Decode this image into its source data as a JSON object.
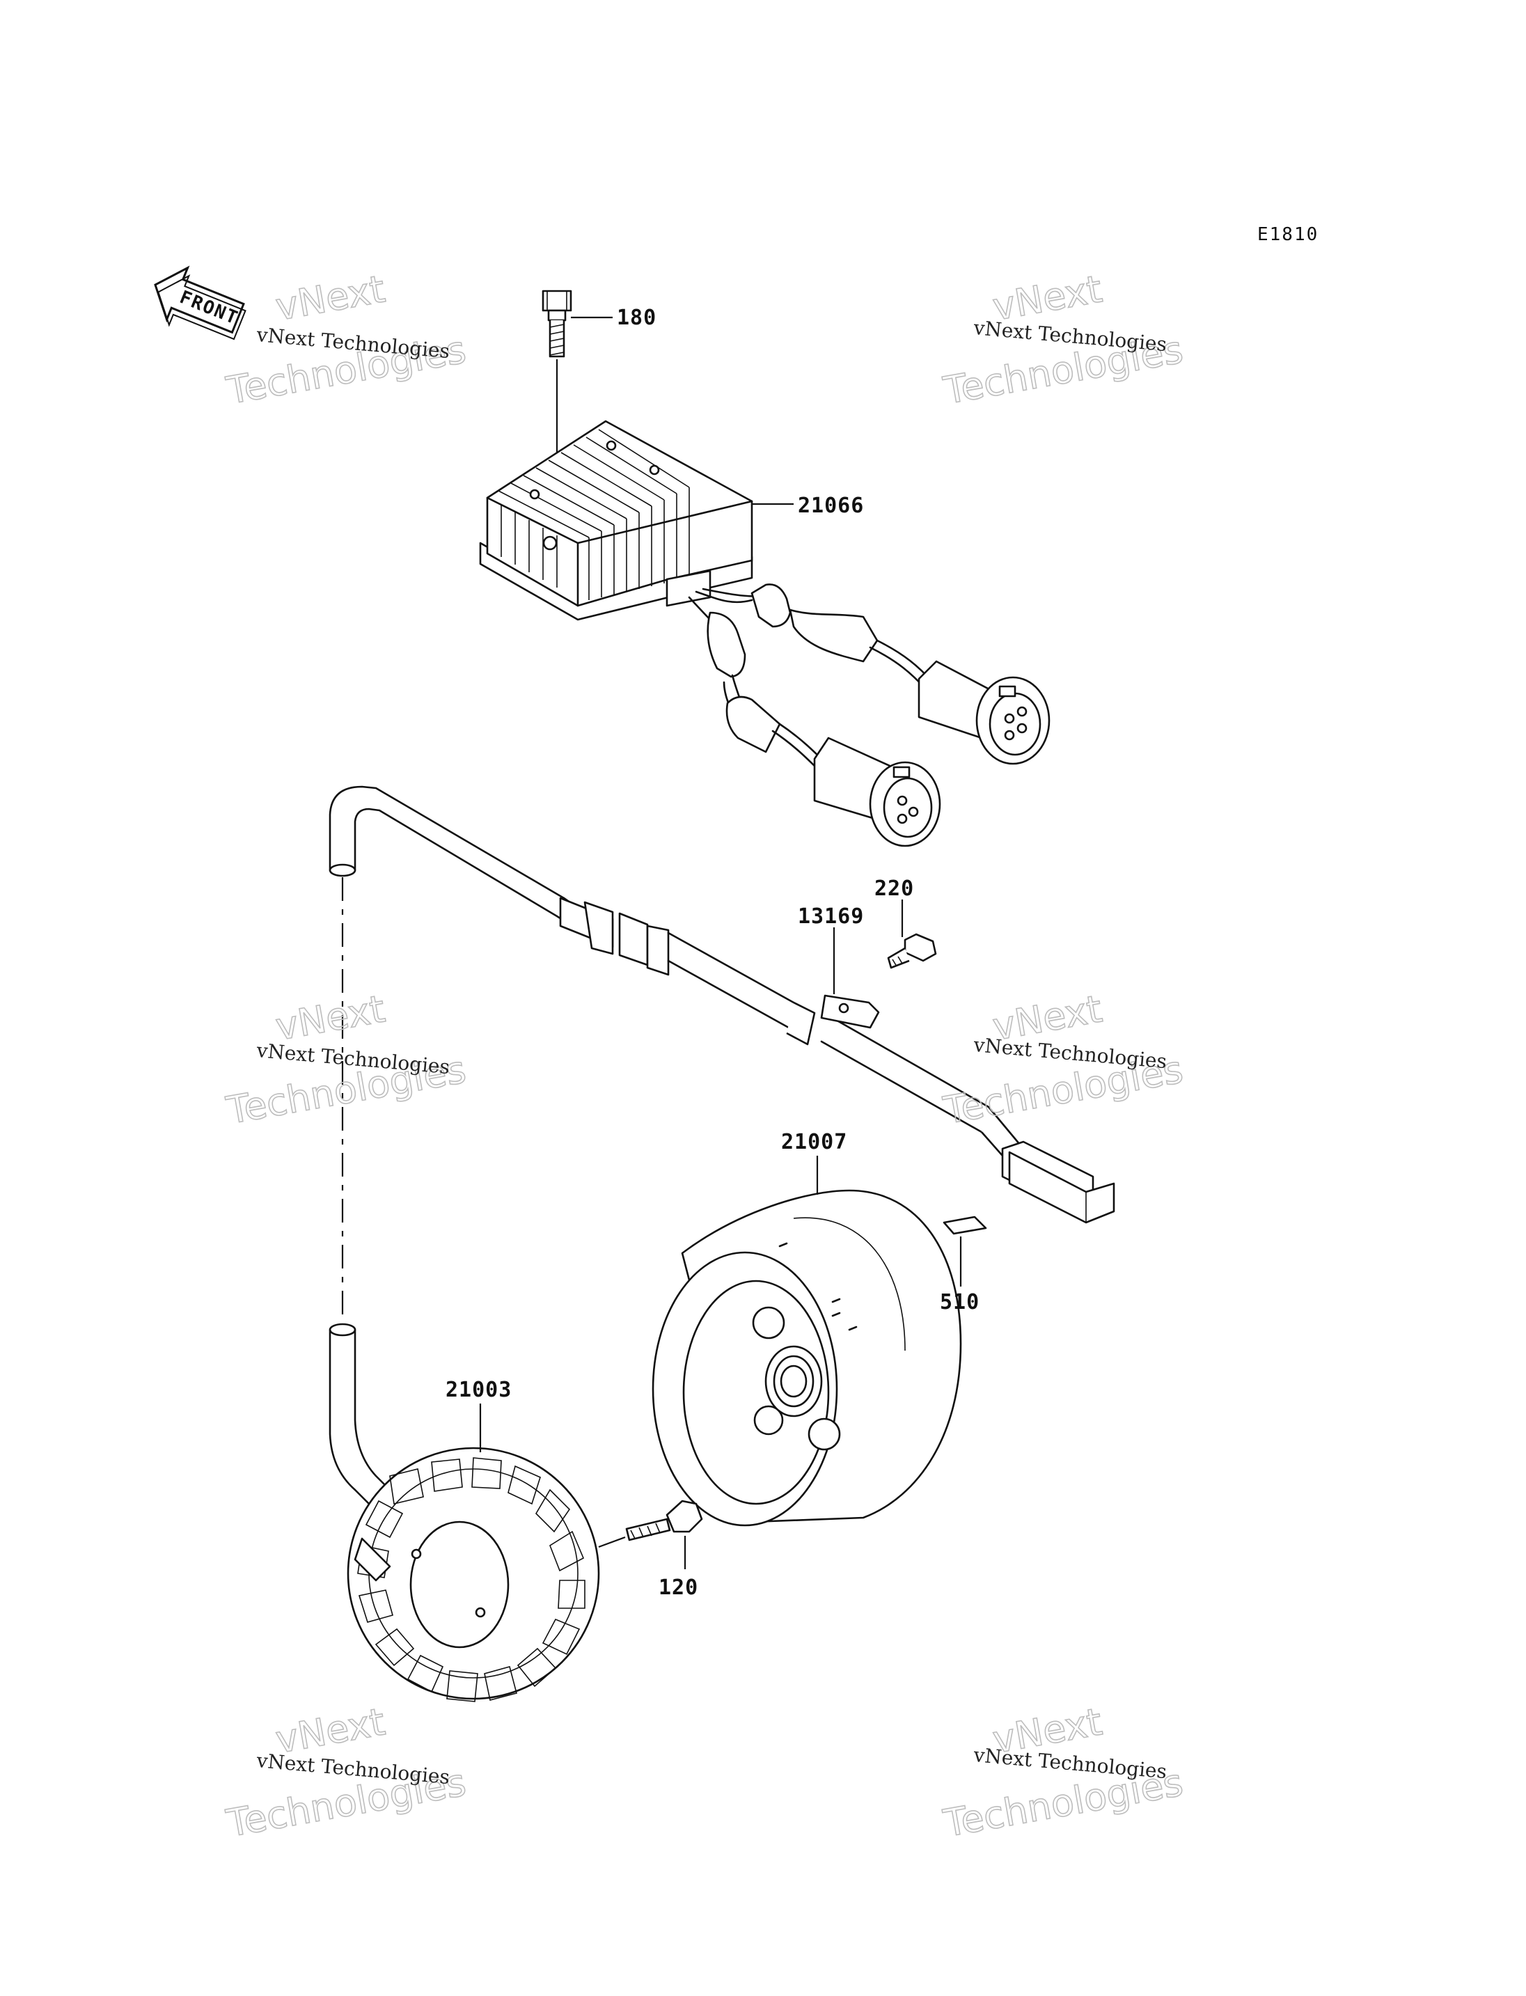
{
  "diagram_code": "E1810",
  "front_label": "FRONT",
  "watermark": {
    "line1": "vNext Technologies",
    "big_top": "vNext",
    "big_bottom": "Technologies"
  },
  "parts": [
    {
      "number": "180",
      "name": "Bolt"
    },
    {
      "number": "21066",
      "name": "Regulator/Rectifier"
    },
    {
      "number": "220",
      "name": "Screw"
    },
    {
      "number": "13169",
      "name": "Clamp"
    },
    {
      "number": "21007",
      "name": "Rotor"
    },
    {
      "number": "510",
      "name": "Woodruff key"
    },
    {
      "number": "21003",
      "name": "Stator"
    },
    {
      "number": "120",
      "name": "Bolt"
    }
  ],
  "colors": {
    "line": "#111111",
    "background": "#ffffff",
    "watermark_outline": "#bdbdbd"
  }
}
